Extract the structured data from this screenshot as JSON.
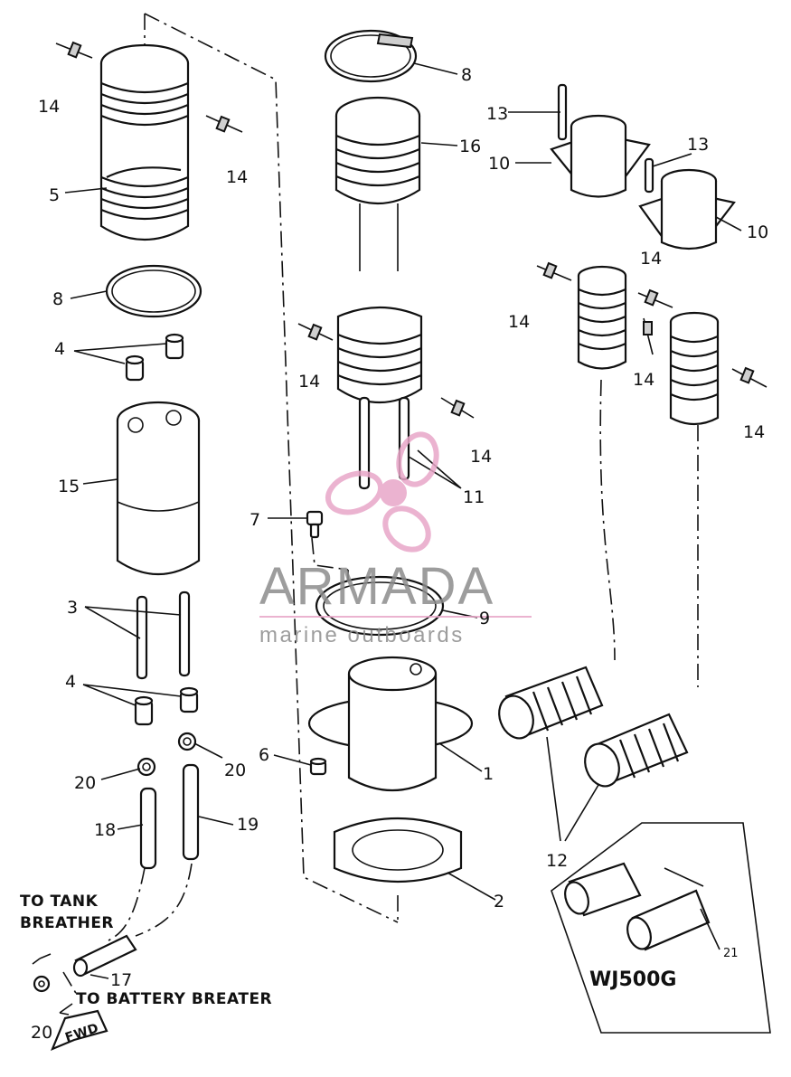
{
  "labels": [
    {
      "id": "l14a",
      "text": "14"
    },
    {
      "id": "l14b",
      "text": "14"
    },
    {
      "id": "l5",
      "text": "5"
    },
    {
      "id": "l8a",
      "text": "8"
    },
    {
      "id": "l4a",
      "text": "4"
    },
    {
      "id": "l15",
      "text": "15"
    },
    {
      "id": "l3",
      "text": "3"
    },
    {
      "id": "l4b",
      "text": "4"
    },
    {
      "id": "l20a",
      "text": "20"
    },
    {
      "id": "l20b",
      "text": "20"
    },
    {
      "id": "l18",
      "text": "18"
    },
    {
      "id": "l19",
      "text": "19"
    },
    {
      "id": "l17",
      "text": "17"
    },
    {
      "id": "l20c",
      "text": "20"
    },
    {
      "id": "l8b",
      "text": "8"
    },
    {
      "id": "l16",
      "text": "16"
    },
    {
      "id": "l14c",
      "text": "14"
    },
    {
      "id": "l14d",
      "text": "14"
    },
    {
      "id": "l11",
      "text": "11"
    },
    {
      "id": "l7",
      "text": "7"
    },
    {
      "id": "l9",
      "text": "9"
    },
    {
      "id": "l6",
      "text": "6"
    },
    {
      "id": "l1",
      "text": "1"
    },
    {
      "id": "l2",
      "text": "2"
    },
    {
      "id": "l13a",
      "text": "13"
    },
    {
      "id": "l13b",
      "text": "13"
    },
    {
      "id": "l10a",
      "text": "10"
    },
    {
      "id": "l10b",
      "text": "10"
    },
    {
      "id": "l14e",
      "text": "14"
    },
    {
      "id": "l14f",
      "text": "14"
    },
    {
      "id": "l14g",
      "text": "14"
    },
    {
      "id": "l14h",
      "text": "14"
    },
    {
      "id": "l12",
      "text": "12"
    },
    {
      "id": "l21",
      "text": "21"
    }
  ],
  "captions": {
    "to_tank_1": "TO TANK",
    "to_tank_2": "BREATHER",
    "to_battery": "TO BATTERY BREATER",
    "fwd": "FWD"
  },
  "model_box": {
    "label": "WJ500G"
  },
  "watermark": {
    "brand": "ARMADA",
    "tagline": "marine outboards"
  },
  "colors": {
    "ink": "#111111",
    "watermark_gray": "#8c8c8c",
    "watermark_pink": "#e8a6c8"
  }
}
